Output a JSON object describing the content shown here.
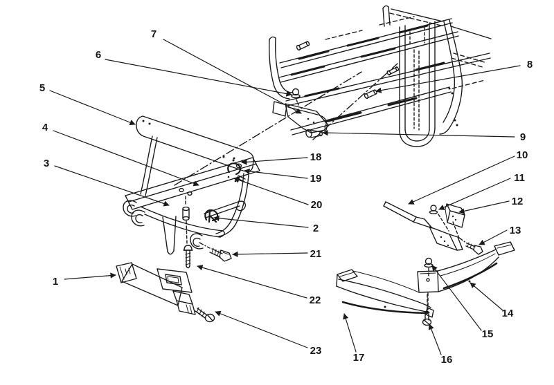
{
  "figure": {
    "kind": "exploded-parts-diagram",
    "background": "#ffffff",
    "ink": "#1a1a1a"
  },
  "callouts": [
    {
      "label": "1"
    },
    {
      "label": "2"
    },
    {
      "label": "3"
    },
    {
      "label": "4"
    },
    {
      "label": "5"
    },
    {
      "label": "6"
    },
    {
      "label": "7"
    },
    {
      "label": "8"
    },
    {
      "label": "9"
    },
    {
      "label": "10"
    },
    {
      "label": "11"
    },
    {
      "label": "12"
    },
    {
      "label": "13"
    },
    {
      "label": "14"
    },
    {
      "label": "15"
    },
    {
      "label": "16"
    },
    {
      "label": "17"
    },
    {
      "label": "18"
    },
    {
      "label": "19"
    },
    {
      "label": "20"
    },
    {
      "label": "21"
    },
    {
      "label": "22"
    },
    {
      "label": "23"
    }
  ]
}
